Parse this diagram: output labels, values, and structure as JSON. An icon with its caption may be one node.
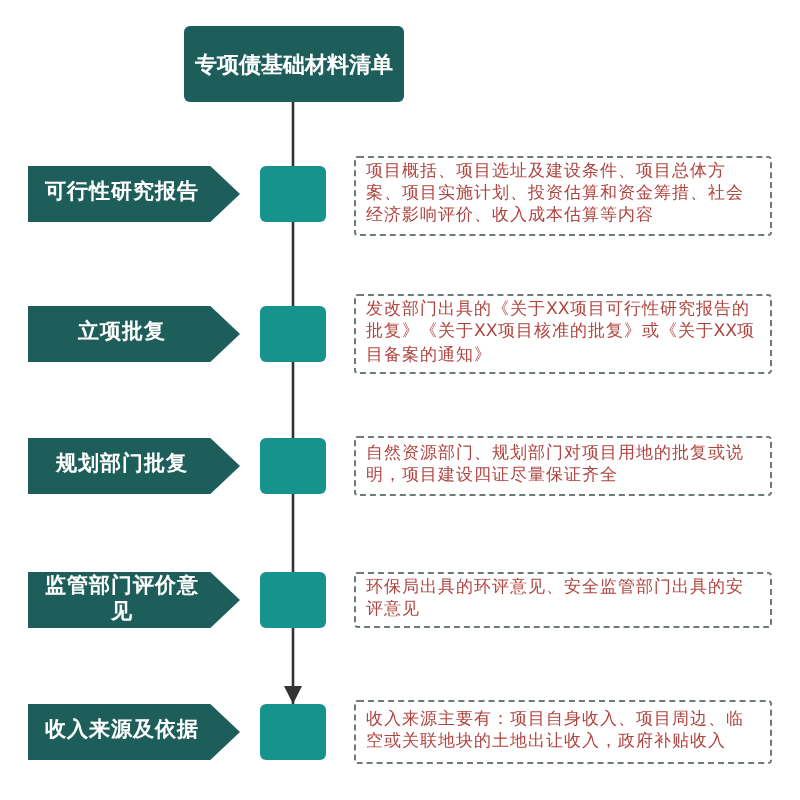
{
  "diagram": {
    "nodes": [
      {
        "text": [
          "专项债基础材料清单"
        ]
      },
      {
        "text": [
          "可行性研究报告"
        ]
      },
      {
        "text": [],
        "shape": "box"
      },
      {
        "text": [
          "项目概括、项目选址及建设条件、项目总体方案、项目实施计划、投资估算和资金筹措、社会经济影响评价、收入成本估算等内容"
        ]
      },
      {
        "text": [
          "立项批复"
        ]
      },
      {
        "text": [],
        "shape": "box"
      },
      {
        "text": [
          "发改部门出具的《关于XX项目可行性研究报告的批复》《关于XX项目核准的批复》或《关于XX项目备案的通知》"
        ]
      },
      {
        "text": [
          "规划部门批复"
        ]
      },
      {
        "text": [],
        "shape": "box"
      },
      {
        "text": [
          "自然资源部门、规划部门对项目用地的批复或说明，项目建设四证尽量保证齐全"
        ]
      },
      {
        "text": [
          "监管部门评价意见"
        ]
      },
      {
        "text": [],
        "shape": "box"
      },
      {
        "text": [
          "环保局出具的环评意见、安全监管部门出具的安评意见"
        ]
      },
      {
        "text": [
          "收入来源及依据"
        ]
      },
      {
        "text": [],
        "shape": "box"
      },
      {
        "text": [
          "收入来源主要有：项目自身收入、项目周边、临空或关联地块的土地出让收入，政府补贴收入"
        ]
      }
    ],
    "edges": [
      {
        "from": 0,
        "to": 2,
        "arrow": "none"
      },
      {
        "from": 2,
        "to": 5,
        "arrow": "none"
      },
      {
        "from": 5,
        "to": 8,
        "arrow": "none"
      },
      {
        "from": 8,
        "to": 11,
        "arrow": "none"
      },
      {
        "from": 11,
        "to": 14,
        "arrow": "to"
      }
    ]
  }
}
